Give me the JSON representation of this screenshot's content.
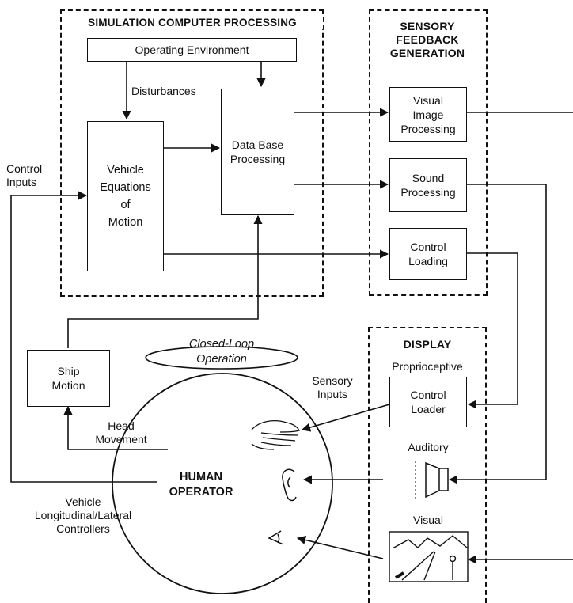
{
  "groups": {
    "simulation": "SIMULATION COMPUTER PROCESSING",
    "sensory_feedback": "SENSORY\nFEEDBACK\nGENERATION",
    "display": "DISPLAY"
  },
  "boxes": {
    "operating_environment": "Operating Environment",
    "vehicle_equations": "Vehicle\nEquations\nof\nMotion",
    "data_base": "Data Base\nProcessing",
    "visual_image": "Visual\nImage\nProcessing",
    "sound_processing": "Sound\nProcessing",
    "control_loading": "Control\nLoading",
    "ship_motion": "Ship\nMotion",
    "control_loader": "Control\nLoader"
  },
  "labels": {
    "disturbances": "Disturbances",
    "control_inputs": "Control\nInputs",
    "closed_loop": "Closed-Loop\nOperation",
    "proprioceptive": "Proprioceptive",
    "sensory_inputs": "Sensory\nInputs",
    "head_movement": "Head\nMovement",
    "auditory": "Auditory",
    "visual": "Visual",
    "human_operator": "HUMAN\nOPERATOR",
    "vehicle_controllers": "Vehicle\nLongitudinal/Lateral\nControllers"
  }
}
